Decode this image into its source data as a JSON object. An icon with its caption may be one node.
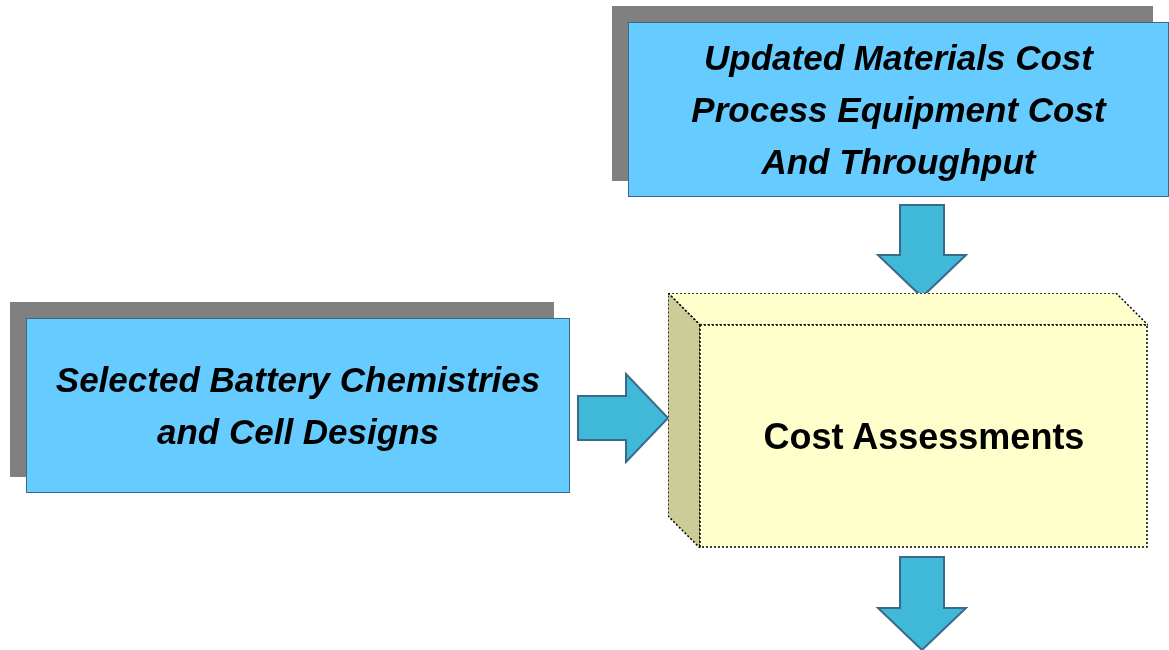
{
  "diagram": {
    "nodes": [
      {
        "text": [
          "Updated Materials Cost",
          "Process Equipment Cost",
          "And Throughput"
        ]
      },
      {
        "text": [
          "Selected Battery Chemistries and Cell Designs"
        ]
      },
      {
        "text": [
          "Cost Assessments"
        ]
      }
    ],
    "edges": [
      {
        "from": 0,
        "to": 2,
        "arrow": "to"
      },
      {
        "from": 1,
        "to": 2,
        "arrow": "to"
      },
      {
        "from": 2,
        "to": null,
        "arrow": "to"
      }
    ]
  }
}
